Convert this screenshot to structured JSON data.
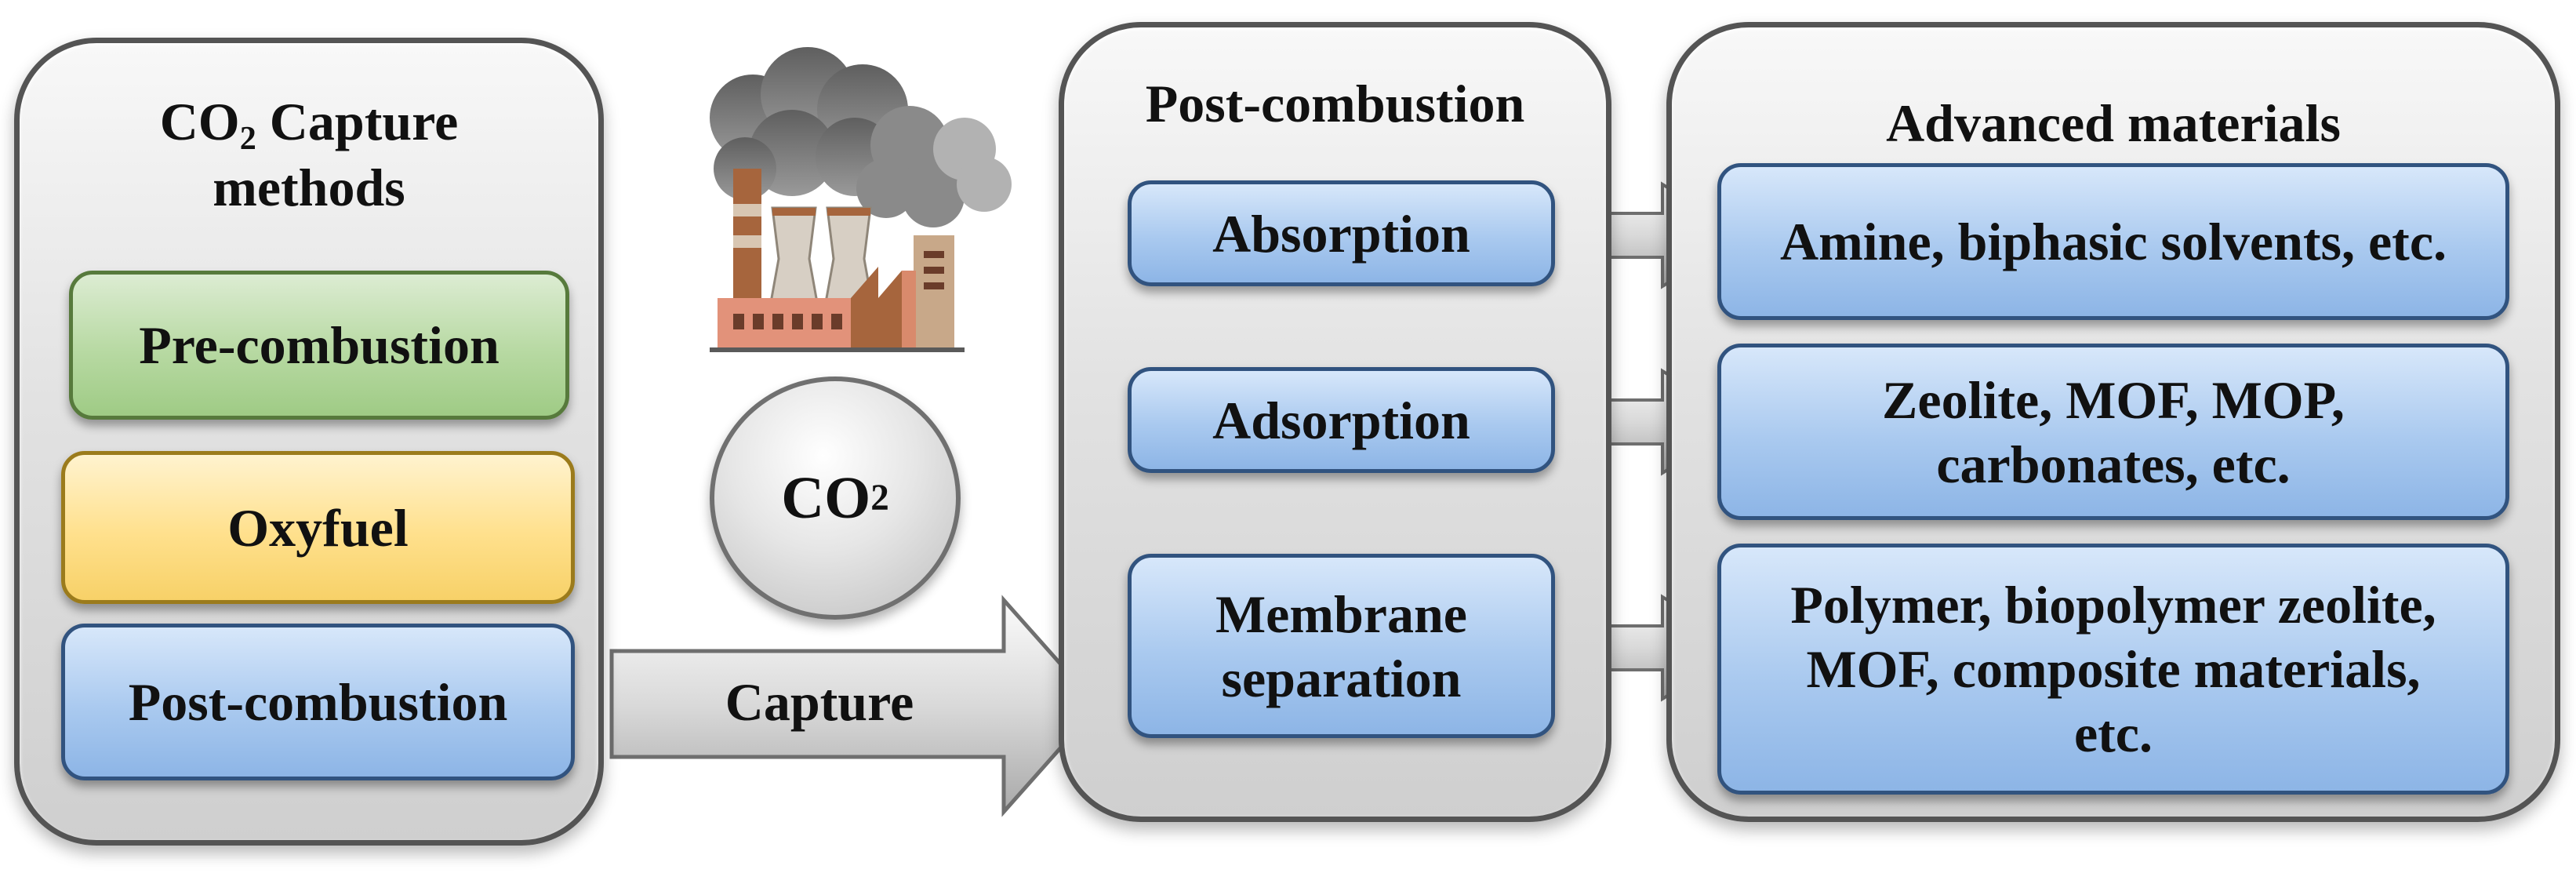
{
  "left_panel": {
    "title_line1_prefix": "CO",
    "title_line1_sub": "2",
    "title_line1_suffix": " Capture",
    "title_line2": "methods",
    "items": [
      "Pre-combustion",
      "Oxyfuel",
      "Post-combustion"
    ]
  },
  "center": {
    "co2_text": "CO",
    "co2_sub": "2",
    "capture_label": "Capture"
  },
  "middle_panel": {
    "title": "Post-combustion",
    "items": [
      "Absorption",
      "Adsorption",
      "Membrane separation"
    ]
  },
  "right_panel": {
    "title": "Advanced materials",
    "items": [
      "Amine, biphasic solvents, etc.",
      "Zeolite, MOF, MOP, carbonates, etc.",
      "Polymer, biopolymer zeolite, MOF, composite materials, etc."
    ]
  },
  "colors": {
    "blue_box": "#a9c9ef",
    "green_box": "#b7d9a2",
    "yellow_box": "#ffe08c",
    "panel_gray": "#dedede",
    "arrow_gray": "#c8c8c8"
  },
  "icons": {
    "factory": "factory-icon",
    "capture_arrow": "right-arrow-icon",
    "flow_arrows": "right-arrow-icon"
  }
}
